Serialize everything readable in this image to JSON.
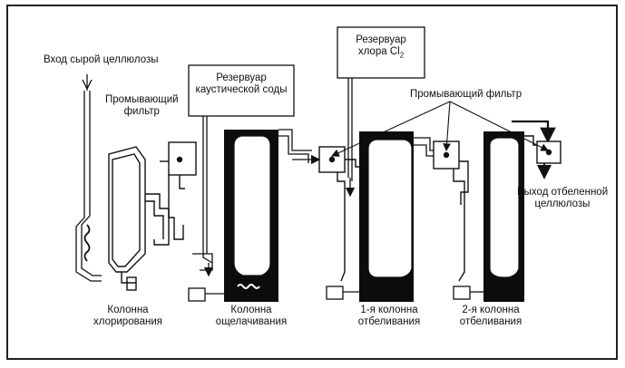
{
  "labels": {
    "raw_pulp_inlet": "Вход сырой целлюлозы",
    "wash_filter_1": "Промывающий\nфильтр",
    "caustic_tank": "Резервуар\nкаустической соды",
    "chlorine_tank_line1": "Резервуар",
    "chlorine_tank_line2": "хлора Cl",
    "chlorine_sub": "2",
    "wash_filter_2": "Промывающий фильтр",
    "bleached_outlet": "Выход отбеленной\nцеллюлозы",
    "chlorination_column": "Колонна\nхлорирования",
    "alkali_column": "Колонна\nощелачивания",
    "bleach_column_1": "1-я колонна\nотбеливания",
    "bleach_column_2": "2-я колонна\nотбеливания"
  },
  "colors": {
    "ink": "#111111",
    "fill": "#0c0c0c",
    "paper": "#ffffff"
  }
}
